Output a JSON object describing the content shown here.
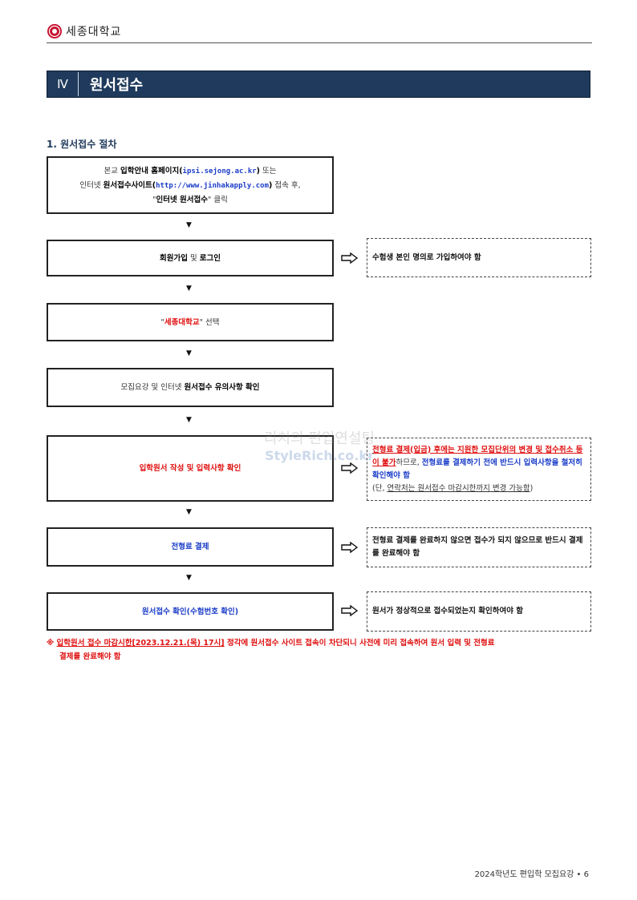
{
  "header": {
    "logo_text": "세종대학교"
  },
  "section": {
    "number": "Ⅳ",
    "title": "원서접수"
  },
  "subsection": {
    "title": "1. 원서접수 절차"
  },
  "steps": [
    {
      "line1": {
        "t1": "본교 ",
        "t2": "입학안내 홈페이지(",
        "t3": "ipsi.sejong.ac.kr",
        "t4": ")",
        "t5": " 또는"
      },
      "line2": {
        "t1": "인터넷 ",
        "t2": "원서접수사이트(",
        "t3": "http://www.jinhakapply.com",
        "t4": ")",
        "t5": " 접속 후,"
      },
      "line3": {
        "t1": "\"",
        "t2": "인터넷 원서접수",
        "t3": "\" 클릭"
      }
    },
    {
      "t1": "회원가입",
      "t2": " 및 ",
      "t3": "로그인"
    },
    {
      "t1": "\"",
      "t2": "세종대학교",
      "t3": "\" 선택"
    },
    {
      "t1": "모집요강 및 인터넷 ",
      "t2": "원서접수 유의사항 확인"
    },
    {
      "t1": "입학원서 작성 및 입력사항 확인"
    },
    {
      "t1": "전형료 결제"
    },
    {
      "t1": "원서접수 확인(수험번호 확인)"
    }
  ],
  "notes": {
    "login": "수험생 본인 명의로 가입하여야 함",
    "application": {
      "t1": "전형료 결제(입금) 후에는 지원한 모집단위의 변경 및 접수취소 등이 불가",
      "t2": "하므로, ",
      "t3": "전형료를 결제하기 전에",
      "t4": "반드시 입력사항을 철저히 확인해야 함",
      "t5": "(단, ",
      "t6": "연락처는 원서접수 마감시한까지 변경 가능함",
      "t7": ")"
    },
    "payment": "전형료 결제를 완료하지 않으면 접수가 되지 않으므로 반드시 결제를 완료해야 함",
    "confirm": "원서가 정상적으로 접수되었는지 확인하여야 함"
  },
  "footnote": {
    "mark": "※ ",
    "t1": "입학원서 접수 마감시한[2023.12.21.(목) 17시]",
    "t2": " 정각에 원서접수 사이트 접속이 차단되니 사전에 미리 접속하여 원서 입력 및 전형료",
    "t3": "결제를 완료해야 함"
  },
  "watermark": {
    "line1": "리치의 편입연설팅",
    "line2": "StyleRich.co.kr"
  },
  "footer": {
    "page_label": "2024학년도 편입학 모집요강 • 6"
  },
  "colors": {
    "navy": "#1f3a5c",
    "red": "#e01010",
    "blue": "#1a3cc8"
  }
}
